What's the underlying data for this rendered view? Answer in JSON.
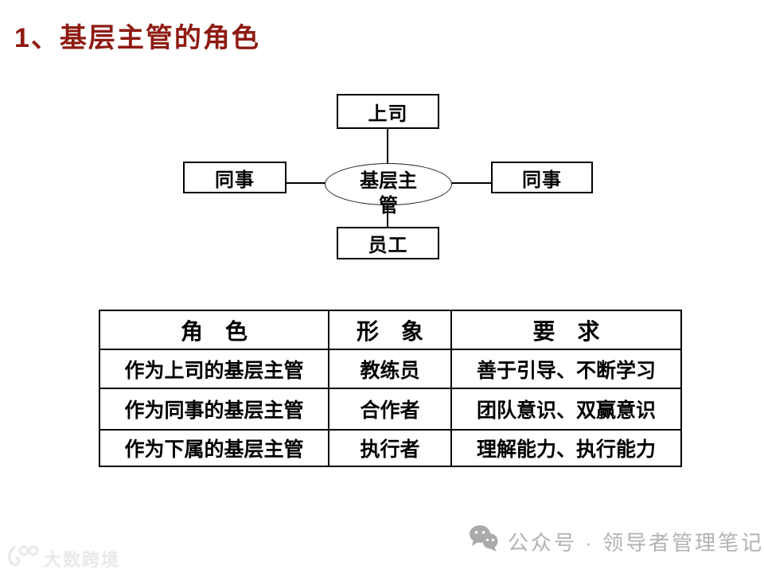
{
  "slide": {
    "title": "1、基层主管的角色",
    "title_color": "#8e1b12",
    "background_color": "#ffffff"
  },
  "diagram": {
    "top_box": "上司",
    "left_box": "同事",
    "right_box": "同事",
    "bottom_box": "员工",
    "center_ellipse": "基层主管"
  },
  "table": {
    "headers": [
      "角　色",
      "形　象",
      "要　求"
    ],
    "rows": [
      [
        "作为上司的基层主管",
        "教练员",
        "善于引导、不断学习"
      ],
      [
        "作为同事的基层主管",
        "合作者",
        "团队意识、双赢意识"
      ],
      [
        "作为下属的基层主管",
        "执行者",
        "理解能力、执行能力"
      ]
    ]
  },
  "watermarks": {
    "bottom_left_text": "大数跨境",
    "bottom_left_color": "#e9e9e9",
    "bottom_right_text": "公众号 · 领导者管理笔记",
    "bottom_right_color": "#b2b2b2",
    "icons": {
      "bottom_left": "brand-logo-icon",
      "bottom_right": "wechat-icon"
    }
  }
}
